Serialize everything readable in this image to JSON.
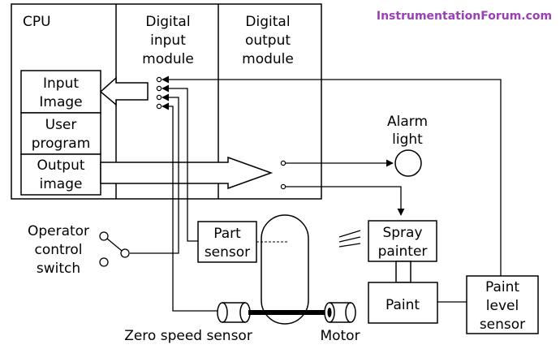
{
  "watermark": "InstrumentationForum.com",
  "colors": {
    "watermark": "#9b3fb5",
    "line": "#000000",
    "background": "#ffffff"
  },
  "plc": {
    "cpu_label": "CPU",
    "input_module": [
      "Digital",
      "input",
      "module"
    ],
    "output_module": [
      "Digital",
      "output",
      "module"
    ],
    "input_image": [
      "Input",
      "Image"
    ],
    "user_program": [
      "User",
      "program"
    ],
    "output_image": [
      "Output",
      "image"
    ]
  },
  "field": {
    "alarm_light": [
      "Alarm",
      "light"
    ],
    "operator_switch": [
      "Operator",
      "control",
      "switch"
    ],
    "part_sensor": [
      "Part",
      "sensor"
    ],
    "spray_painter": [
      "Spray",
      "painter"
    ],
    "paint": "Paint",
    "paint_level_sensor": [
      "Paint",
      "level",
      "sensor"
    ],
    "zero_speed_sensor": "Zero speed sensor",
    "motor": "Motor"
  }
}
